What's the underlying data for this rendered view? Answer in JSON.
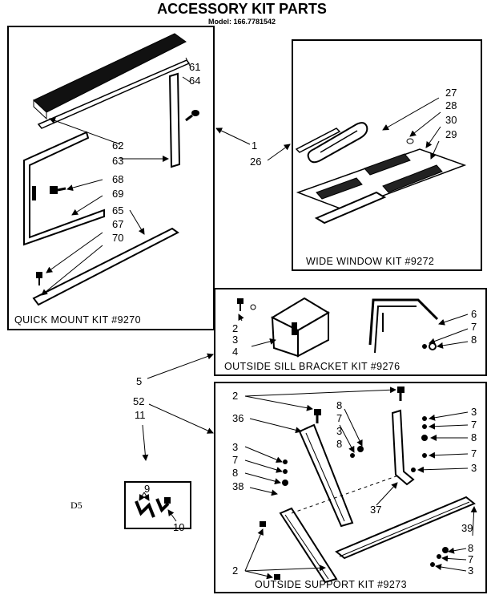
{
  "header": {
    "title": "ACCESSORY KIT PARTS",
    "model": "Model: 166.7781542"
  },
  "footer_code": "D5",
  "kits": {
    "quick_mount": "QUICK MOUNT KIT #9270",
    "wide_window": "WIDE WINDOW KIT #9272",
    "sill_bracket": "OUTSIDE SILL BRACKET KIT #9276",
    "support": "OUTSIDE SUPPORT KIT #9273"
  },
  "labels": {
    "n1": "1",
    "n2": "2",
    "n3": "3",
    "n4": "4",
    "n5": "5",
    "n6": "6",
    "n7": "7",
    "n8": "8",
    "n9": "9",
    "n10": "10",
    "n11": "11",
    "n26": "26",
    "n27": "27",
    "n28": "28",
    "n29": "29",
    "n30": "30",
    "n36": "36",
    "n37": "37",
    "n38": "38",
    "n39": "39",
    "n52": "52",
    "n61": "61",
    "n62": "62",
    "n63": "63",
    "n64": "64",
    "n65": "65",
    "n67": "67",
    "n68": "68",
    "n69": "69",
    "n70": "70"
  }
}
